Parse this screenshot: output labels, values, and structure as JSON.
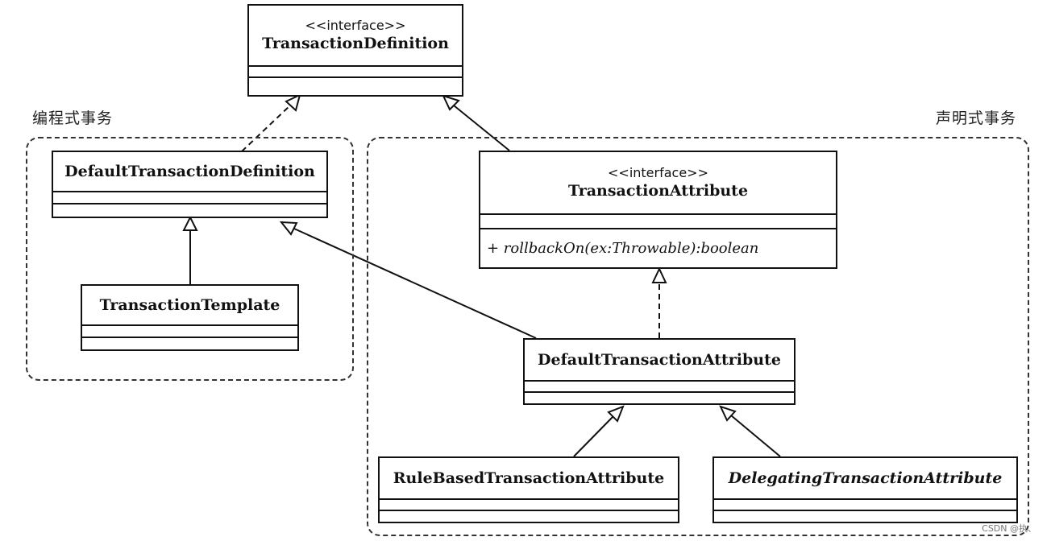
{
  "groups": {
    "programmatic": {
      "label": "编程式事务"
    },
    "declarative": {
      "label": "声明式事务"
    }
  },
  "classes": {
    "transaction_definition": {
      "stereotype": "<<interface>>",
      "name": "TransactionDefinition"
    },
    "default_transaction_definition": {
      "name": "DefaultTransactionDefinition"
    },
    "transaction_template": {
      "name": "TransactionTemplate"
    },
    "transaction_attribute": {
      "stereotype": "<<interface>>",
      "name": "TransactionAttribute",
      "operation": "+ rollbackOn(ex:Throwable):boolean"
    },
    "default_transaction_attribute": {
      "name": "DefaultTransactionAttribute"
    },
    "rule_based_transaction_attribute": {
      "name": "RuleBasedTransactionAttribute"
    },
    "delegating_transaction_attribute": {
      "name": "DelegatingTransactionAttribute"
    }
  },
  "watermark": "CSDN @执、"
}
